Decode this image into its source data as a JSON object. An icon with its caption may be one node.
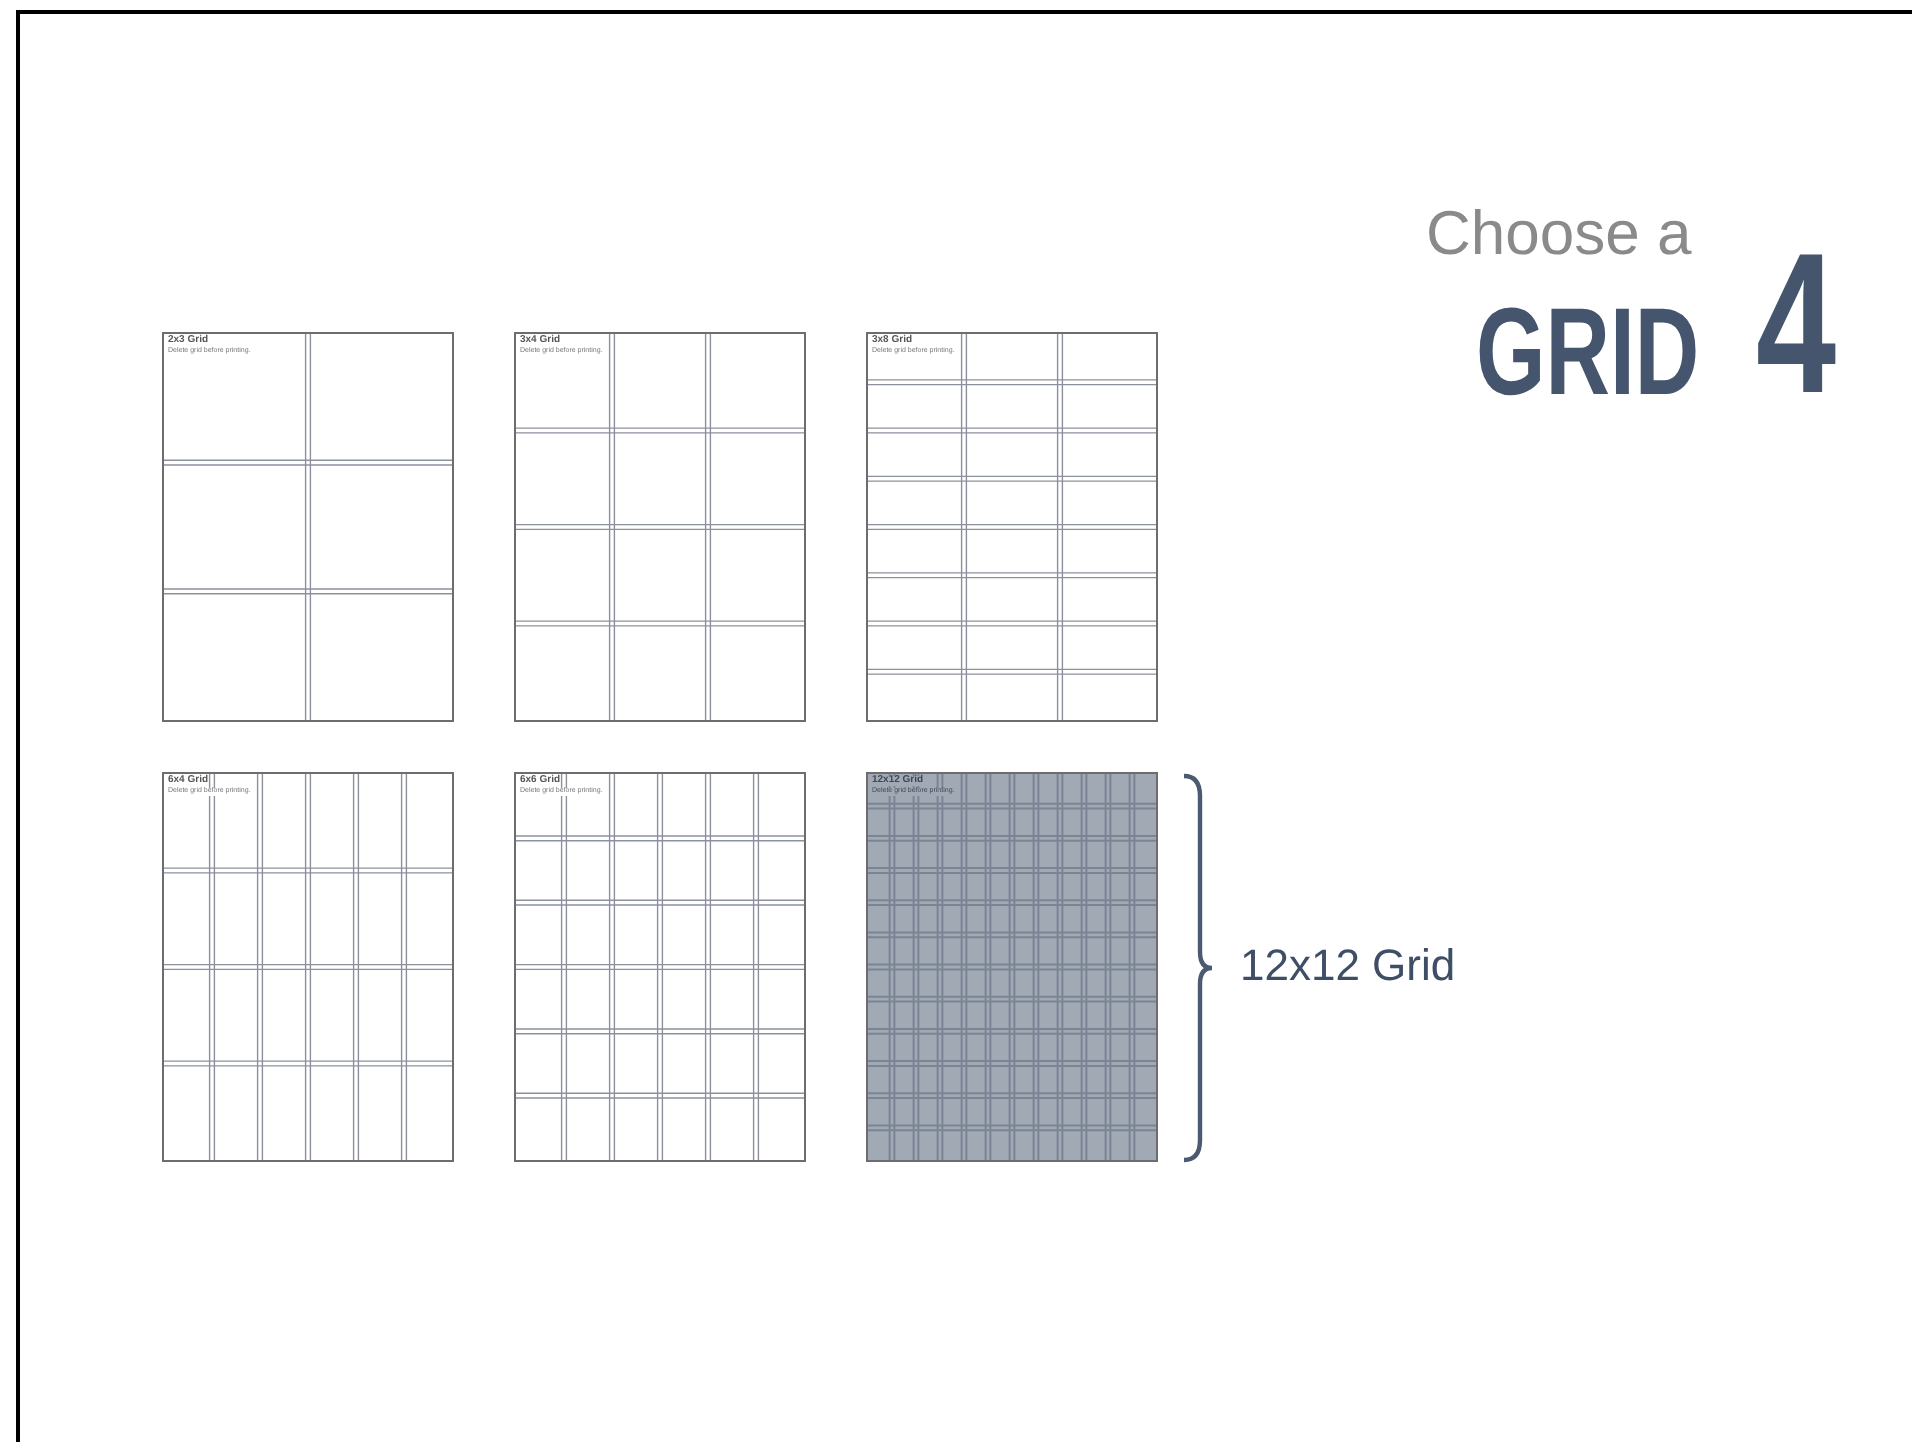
{
  "diagram": {
    "nodes": [
      {
        "text": [
          "2x3 Grid",
          "Delete grid before printing."
        ]
      },
      {
        "text": [
          "3x4 Grid",
          "Delete grid before printing."
        ]
      },
      {
        "text": [
          "3x8 Grid",
          "Delete grid before printing."
        ]
      },
      {
        "text": [
          "6x4 Grid",
          "Delete grid before printing."
        ]
      },
      {
        "text": [
          "6x6 Grid",
          "Delete grid before printing."
        ]
      },
      {
        "text": [
          "12x12 Grid",
          "Delete grid before printing."
        ]
      }
    ],
    "labels": [
      "Choose a",
      "GRID",
      "4",
      "12x12 Grid"
    ]
  }
}
